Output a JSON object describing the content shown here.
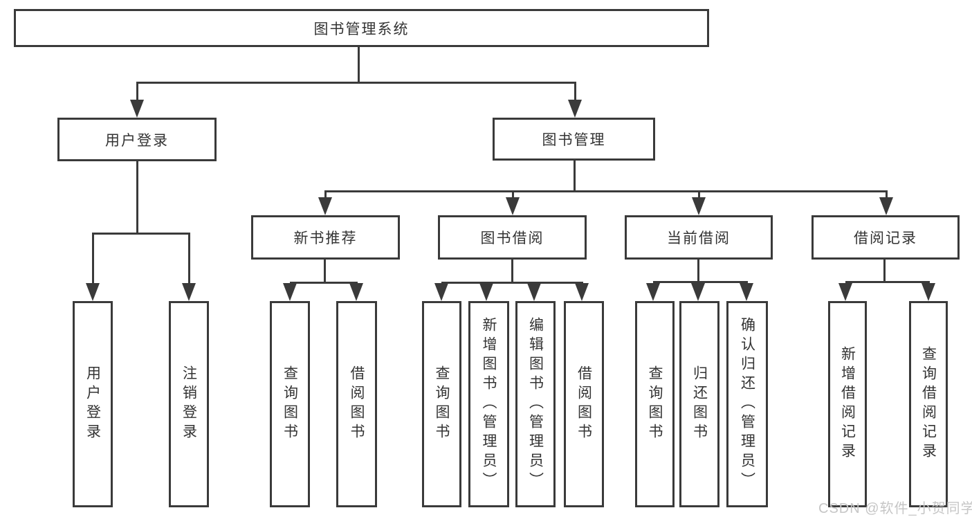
{
  "diagram": {
    "root": "图书管理系统",
    "level2": {
      "user_login": "用户登录",
      "book_mgmt": "图书管理"
    },
    "level3": {
      "new_books": "新书推荐",
      "book_borrow": "图书借阅",
      "current_borrow": "当前借阅",
      "borrow_records": "借阅记录"
    },
    "leaves": {
      "login": "用户登录",
      "logout": "注销登录",
      "nb_query": "查询图书",
      "nb_borrow": "借阅图书",
      "bb_query": "查询图书",
      "bb_add": "新增图书（管理员）",
      "bb_edit": "编辑图书（管理员）",
      "bb_borrow": "借阅图书",
      "cb_query": "查询图书",
      "cb_return": "归还图书",
      "cb_confirm": "确认归还（管理员）",
      "br_add": "新增借阅记录",
      "br_query": "查询借阅记录"
    }
  },
  "watermark": "CSDN @软件_小贺同学",
  "colors": {
    "line": "#3a3a3a",
    "text": "#333333",
    "watermark": "#c6c6c6",
    "background": "#ffffff"
  }
}
